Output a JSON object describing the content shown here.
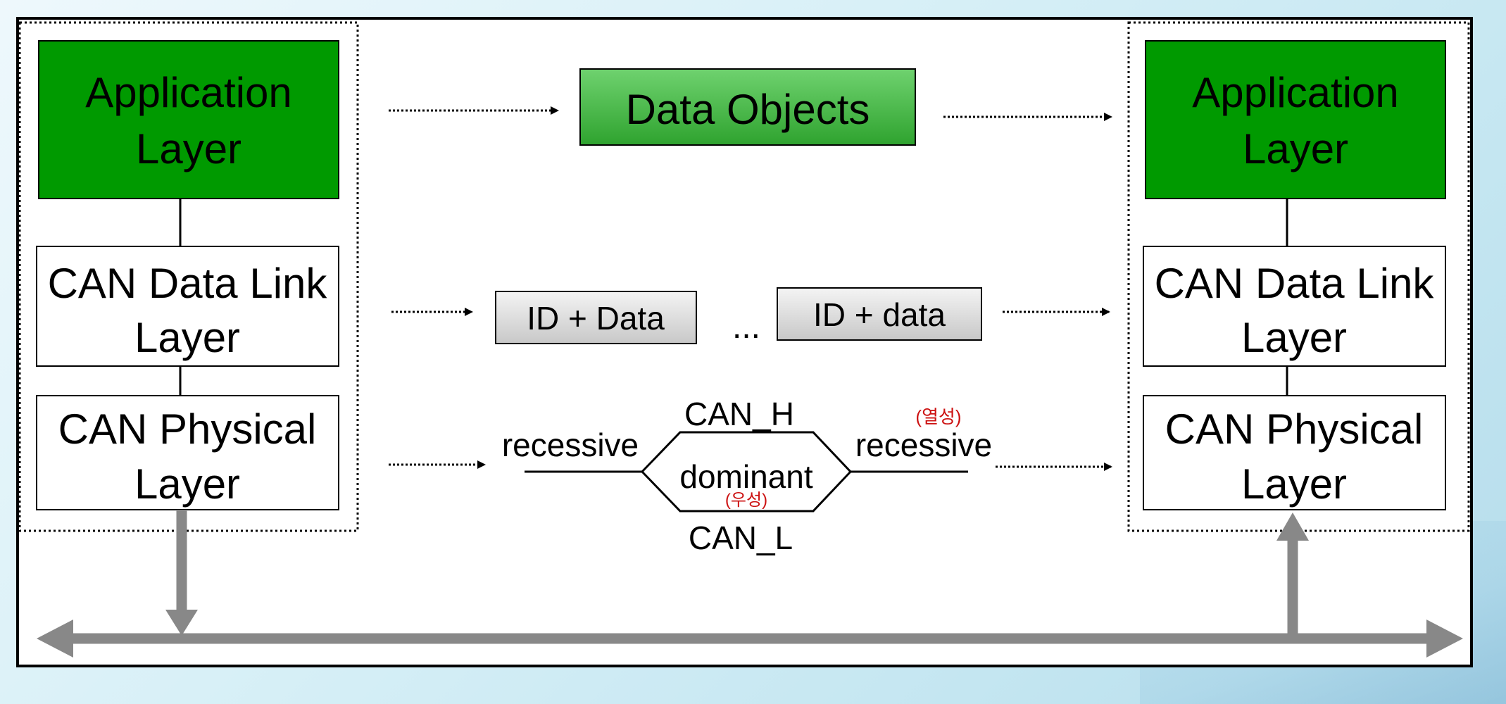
{
  "left_stack": {
    "application": "Application Layer",
    "application_lines": [
      "Application",
      "Layer"
    ],
    "datalink_lines": [
      "CAN Data Link",
      "Layer"
    ],
    "physical_lines": [
      "CAN Physical",
      "Layer"
    ]
  },
  "right_stack": {
    "application_lines": [
      "Application",
      "Layer"
    ],
    "datalink_lines": [
      "CAN Data Link",
      "Layer"
    ],
    "physical_lines": [
      "CAN Physical",
      "Layer"
    ]
  },
  "middle": {
    "data_objects": "Data Objects",
    "frame_1": "ID + Data",
    "ellipsis": "...",
    "frame_2": "ID + data",
    "can_h": "CAN_H",
    "can_l": "CAN_L",
    "recessive_left": "recessive",
    "recessive_right": "recessive",
    "dominant": "dominant",
    "annotation_recessive": "(열성)",
    "annotation_dominant": "(우성)"
  },
  "colors": {
    "green": "#009a00",
    "green_light": "#4cc24c",
    "bus_gray": "#888888",
    "annotation_red": "#cc1111",
    "frame_gray": "#d9d9d9"
  }
}
